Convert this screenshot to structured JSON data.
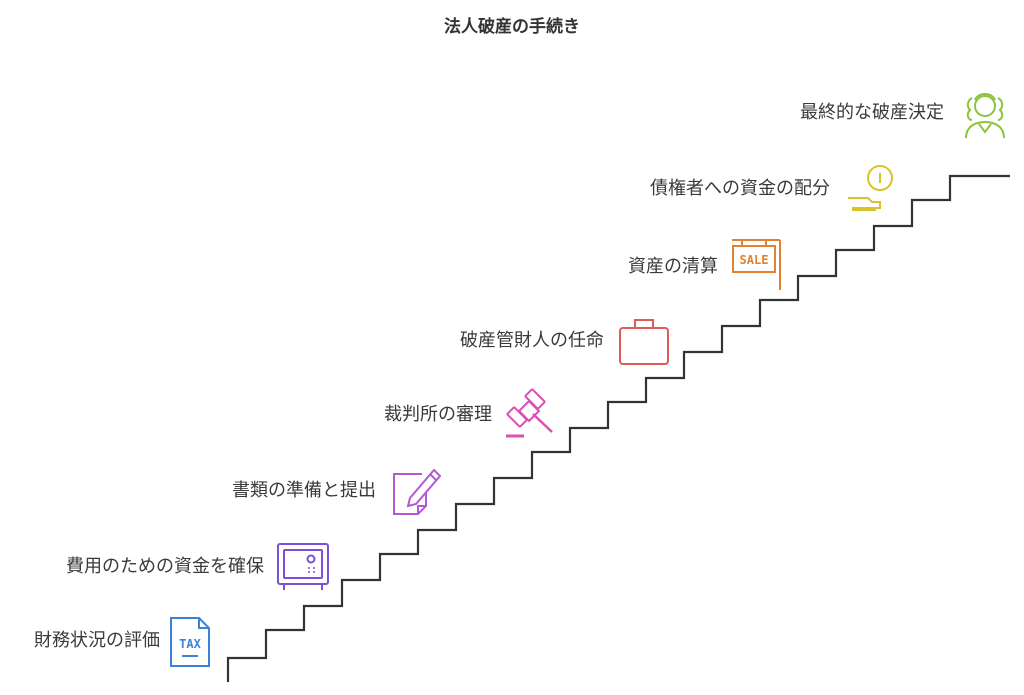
{
  "title": "法人破産の手続き",
  "steps": [
    {
      "label": "財務状況の評価",
      "icon": "tax-document-icon",
      "color": "#3b82d6"
    },
    {
      "label": "費用のための資金を確保",
      "icon": "safe-icon",
      "color": "#7c4fd8"
    },
    {
      "label": "書類の準備と提出",
      "icon": "document-pen-icon",
      "color": "#b458d6"
    },
    {
      "label": "裁判所の審理",
      "icon": "gavel-icon",
      "color": "#d94fb3"
    },
    {
      "label": "破産管財人の任命",
      "icon": "briefcase-icon",
      "color": "#e05a5a"
    },
    {
      "label": "資産の清算",
      "icon": "sale-sign-icon",
      "color": "#e0822e"
    },
    {
      "label": "債権者への資金の配分",
      "icon": "coin-hand-icon",
      "color": "#d8c42a"
    },
    {
      "label": "最終的な破産決定",
      "icon": "judge-icon",
      "color": "#8cc43a"
    }
  ],
  "sale_sign_text": "SALE",
  "tax_text": "TAX"
}
